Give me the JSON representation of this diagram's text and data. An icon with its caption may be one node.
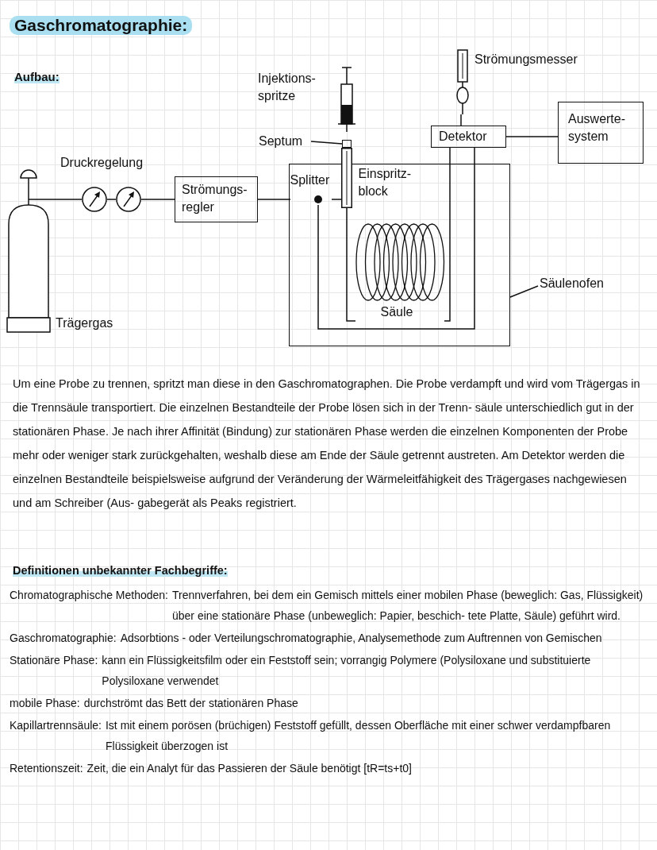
{
  "diagram": {
    "title": "Gaschromatographie:",
    "nodes": [
      {
        "text": [
          "Strömungsmesser"
        ]
      },
      {
        "text": [
          "Injektions- spritze"
        ]
      },
      {
        "text": [
          "Septum"
        ]
      },
      {
        "text": [],
        "shape": "box"
      },
      {
        "text": [
          "Detektor"
        ]
      },
      {
        "text": [
          "Auswerte- system"
        ]
      },
      {
        "text": [],
        "shape": "cylinder",
        "beside": [
          "Trägergas"
        ]
      },
      {
        "text": [],
        "shape": "circle"
      },
      {
        "text": [],
        "shape": "circle"
      },
      {
        "text": [
          "Strömungs- regler"
        ]
      },
      {
        "text": [],
        "shape": "box"
      },
      {
        "text": [
          "Splitter"
        ],
        "in": 10
      },
      {
        "text": [
          "Einspritz- block"
        ],
        "in": 10
      },
      {
        "text": [
          "Säule"
        ],
        "in": 10
      },
      {
        "text": [
          "Säulenofen"
        ]
      }
    ],
    "edges": [
      {
        "from": 6,
        "to": 7,
        "arrow": "none"
      },
      {
        "from": 7,
        "to": 8,
        "arrow": "none"
      },
      {
        "from": 8,
        "to": 9,
        "arrow": "none"
      },
      {
        "from": 9,
        "to": 11,
        "arrow": "none"
      },
      {
        "from": 11,
        "to": 12,
        "arrow": "none"
      },
      {
        "from": 12,
        "to": 13,
        "arrow": "none"
      },
      {
        "from": 13,
        "to": 4,
        "arrow": "none"
      },
      {
        "from": 11,
        "to": 4,
        "arrow": "none"
      },
      {
        "from": 4,
        "to": 0,
        "arrow": "none"
      },
      {
        "from": 4,
        "to": 5,
        "arrow": "none"
      },
      {
        "from": 2,
        "to": 3,
        "arrow": "none"
      },
      {
        "from": 14,
        "to": 10,
        "arrow": "none"
      }
    ],
    "labels": [
      "Aufbau:",
      "Druckregelung",
      "Um eine Probe zu trennen, spritzt man diese in den Gaschromatographen. Die Probe verdampft und wird vom Trägergas in die Trennsäule transportiert. Die einzelnen Bestandteile der Probe lösen sich in der Trenn- säule unterschiedlich gut in der stationären Phase. Je nach ihrer Affinität (Bindung) zur stationären Phase werden die einzelnen Komponenten der Probe mehr oder weniger stark zurückgehalten, weshalb diese am Ende der Säule getrennt austreten. Am Detektor werden die einzelnen Bestandteile beispielsweise aufgrund der Veränderung der Wärmeleitfähigkeit des Trägergases nachgewiesen und am Schreiber (Aus- gabegerät als Peaks registriert.",
      "Definitionen unbekannter Fachbegriffe:",
      "Chromatographische Methoden:",
      "Trennverfahren, bei dem ein Gemisch mittels einer mobilen Phase (beweglich: Gas, Flüssigkeit) über eine stationäre Phase (unbeweglich: Papier, beschich- tete Platte, Säule) geführt wird.",
      "Gaschromatographie:",
      "Adsorbtions - oder Verteilungschromatographie, Analysemethode zum Auftrennen von Gemischen",
      "Stationäre Phase:",
      "kann ein Flüssigkeitsfilm oder ein Feststoff sein; vorrangig Polymere (Polysiloxane und substituierte Polysiloxane verwendet",
      "mobile Phase:",
      "durchströmt das Bett der stationären Phase",
      "Kapillartrennsäule:",
      "Ist mit einem porösen (brüchigen) Feststoff gefüllt, dessen Oberfläche mit einer schwer verdampfbaren Flüssigkeit überzogen ist",
      "Retentionszeit:",
      "Zeit, die ein Analyt für das Passieren der Säule benötigt [tR=ts+t0]"
    ]
  }
}
